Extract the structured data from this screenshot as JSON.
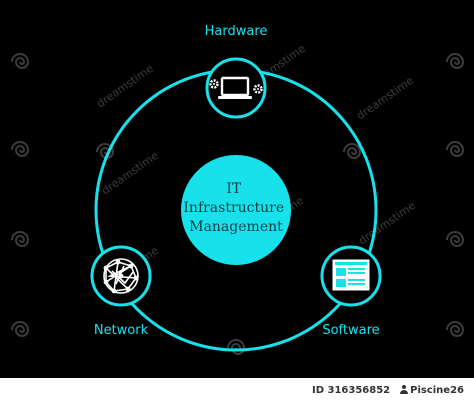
{
  "colors": {
    "background": "#000000",
    "accent": "#17e2ec",
    "center_text": "#0d3f44",
    "watermark": "#3c3c3c"
  },
  "diagram": {
    "center": {
      "lines": [
        "IT",
        "Infrastructure",
        "Management"
      ]
    },
    "nodes": [
      {
        "key": "hardware",
        "label": "Hardware",
        "icon": "laptop-gears-icon"
      },
      {
        "key": "network",
        "label": "Network",
        "icon": "network-globe-icon"
      },
      {
        "key": "software",
        "label": "Software",
        "icon": "browser-window-icon"
      }
    ]
  },
  "watermark": {
    "text": "dreamstime"
  },
  "footer": {
    "id_text": "ID 316356852",
    "author": "Piscine26"
  }
}
